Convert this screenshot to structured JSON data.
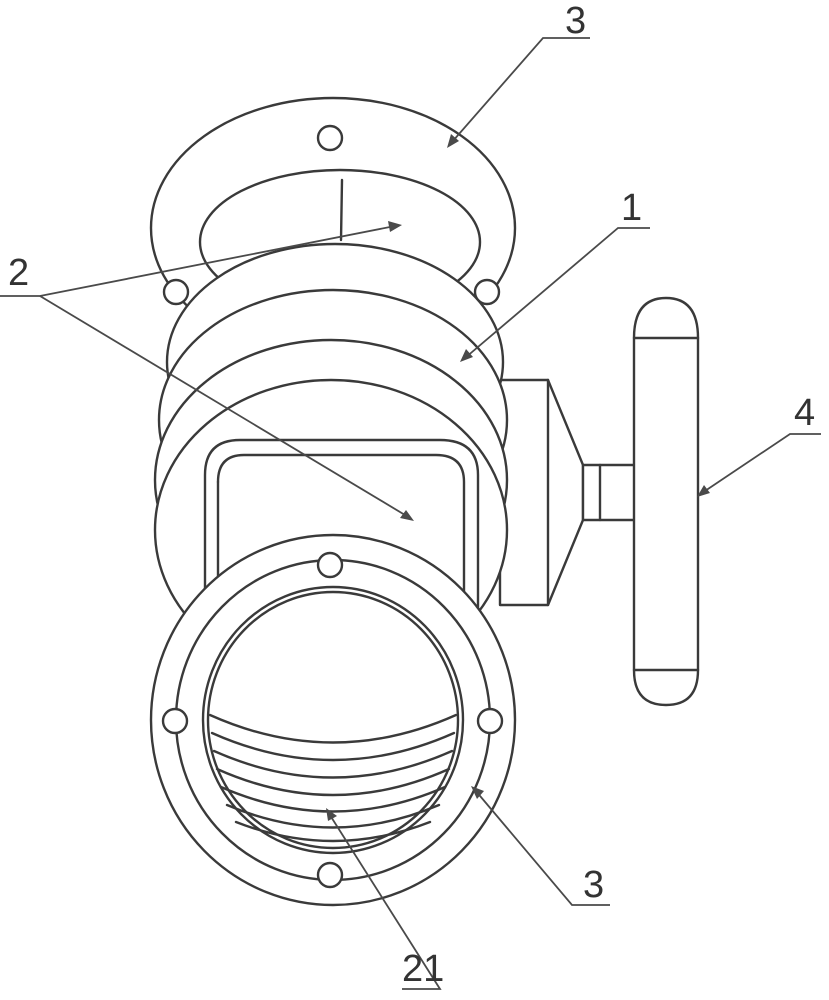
{
  "diagram": {
    "labels": {
      "valve_body": "1",
      "inner_faces": "2",
      "flange_top": "3",
      "flange_bottom": "3",
      "handwheel": "4",
      "thread": "21"
    }
  }
}
